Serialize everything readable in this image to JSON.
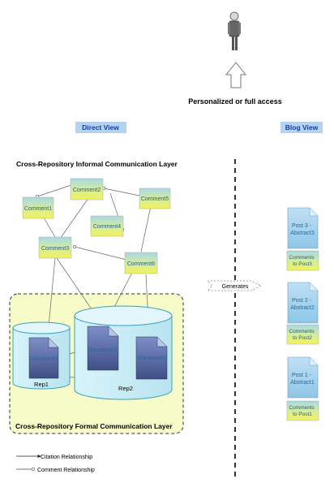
{
  "header": {
    "access_label": "Personalized or full access",
    "direct_view": "Direct View",
    "blog_view": "Blog View"
  },
  "informal_layer": {
    "title": "Cross-Repository Informal Communication Layer"
  },
  "formal_layer": {
    "title": "Cross-Repository Formal Communication Layer"
  },
  "comments": [
    "Comment1",
    "Comment2",
    "Comment3",
    "Comment4",
    "Comment5",
    "Comment6"
  ],
  "repositories": [
    "Rep1",
    "Rep2"
  ],
  "documents": [
    "Document1",
    "Document2",
    "Document3"
  ],
  "generates_label": "Generates",
  "posts": [
    {
      "title": "Post 3 - Abstract3",
      "title_lines": [
        "Post 3 -",
        "Abstract3"
      ],
      "comments_lines": [
        "Comments",
        "to Post3"
      ]
    },
    {
      "title": "Post 2 - Abstract2",
      "title_lines": [
        "Post 2 -",
        "Abstract2"
      ],
      "comments_lines": [
        "Comments",
        "to Post2"
      ]
    },
    {
      "title": "Post 1 - Abstract1",
      "title_lines": [
        "Post 1 -",
        "Abstract1"
      ],
      "comments_lines": [
        "Comments",
        "to Post1"
      ]
    }
  ],
  "legend": {
    "citation": "Citation Relationship",
    "comment": "Comment Relationship"
  },
  "colors": {
    "view_label_bg": "#b3d3f0",
    "view_label_text": "#1a3aa0",
    "note_yellow": "#f0f070",
    "note_teal": "#9ad6e0",
    "cylinder_fill": "#c8ecf4",
    "cylinder_stroke": "#3aa0c0",
    "formal_layer_bg": "#f6fbc8",
    "doc_dark": "#5a6ca8"
  }
}
